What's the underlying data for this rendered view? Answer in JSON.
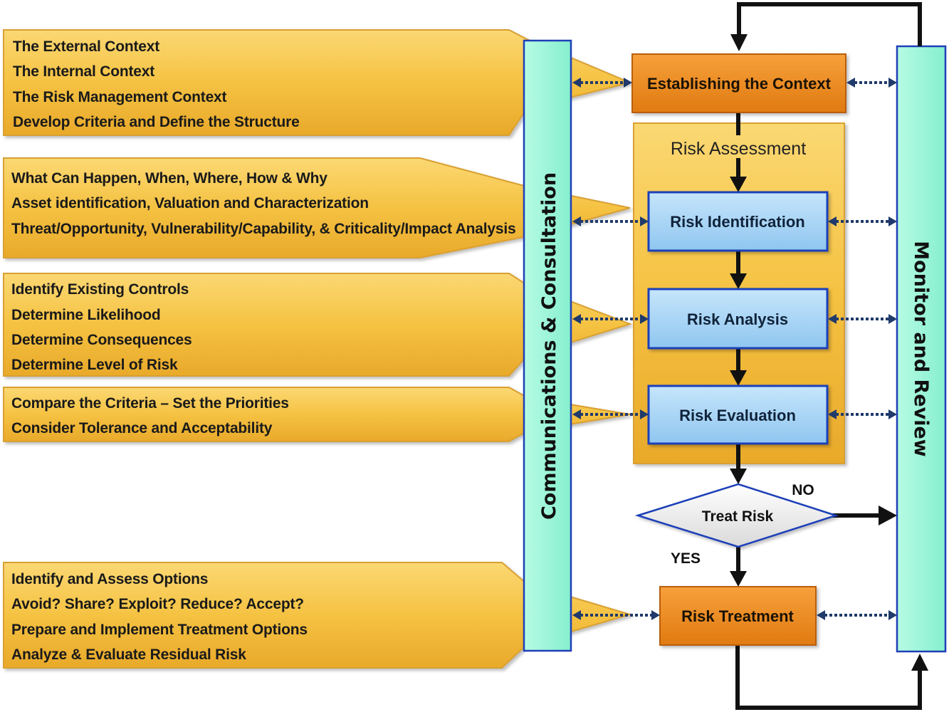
{
  "callouts": [
    {
      "lines": [
        "The External Context",
        "The Internal Context",
        "The Risk Management Context",
        "Develop Criteria and Define the Structure"
      ]
    },
    {
      "lines": [
        "What Can Happen, When, Where, How & Why",
        "Asset identification, Valuation and Characterization",
        "Threat/Opportunity, Vulnerability/Capability,  & Criticality/Impact Analysis"
      ]
    },
    {
      "lines": [
        "Identify Existing Controls",
        "Determine Likelihood",
        "Determine Consequences",
        "Determine Level of Risk"
      ]
    },
    {
      "lines": [
        "Compare the Criteria – Set the Priorities",
        "Consider Tolerance and Acceptability"
      ]
    },
    {
      "lines": [
        "Identify and Assess Options",
        "Avoid? Share? Exploit? Reduce? Accept?",
        "Prepare and Implement Treatment Options",
        "Analyze & Evaluate Residual Risk"
      ]
    }
  ],
  "bars": {
    "left": "Communications & Consultation",
    "right": "Monitor and Review"
  },
  "process": {
    "context": "Establishing the Context",
    "assessment_title": "Risk Assessment",
    "identification": "Risk Identification",
    "analysis": "Risk Analysis",
    "evaluation": "Risk Evaluation",
    "decision": "Treat Risk",
    "no_label": "NO",
    "yes_label": "YES",
    "treatment": "Risk Treatment"
  },
  "colors": {
    "callout": "#F5C242",
    "context_box": "#F28C1E",
    "assessment_box": "#F5C242",
    "step_box": "#9FD0F5",
    "step_border": "#1F3FB8",
    "side_bar": "#9AF5D8",
    "arrow": "#111111",
    "dotted_arrow": "#1F3A6B"
  }
}
